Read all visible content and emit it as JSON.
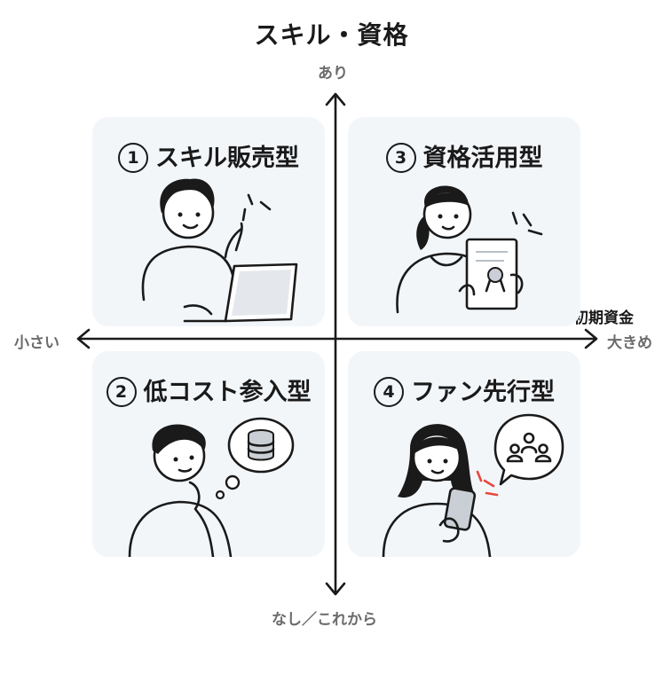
{
  "title": "スキル・資格",
  "axes": {
    "y_top": "あり",
    "y_bottom": "なし／これから",
    "x_left": "小さい",
    "x_right_title": "初期資金",
    "x_right": "大きめ"
  },
  "quadrants": [
    {
      "num": "1",
      "label": "スキル販売型"
    },
    {
      "num": "2",
      "label": "低コスト参入型"
    },
    {
      "num": "3",
      "label": "資格活用型"
    },
    {
      "num": "4",
      "label": "ファン先行型"
    }
  ],
  "icons": {
    "q1": "person-laptop-icon",
    "q2": "person-thinking-coins-icon",
    "q3": "person-certificate-icon",
    "q4": "person-phone-followers-icon"
  },
  "colors": {
    "panel": "#f3f6f9",
    "ink": "#1a1a1a",
    "accent": "#e8473d"
  }
}
